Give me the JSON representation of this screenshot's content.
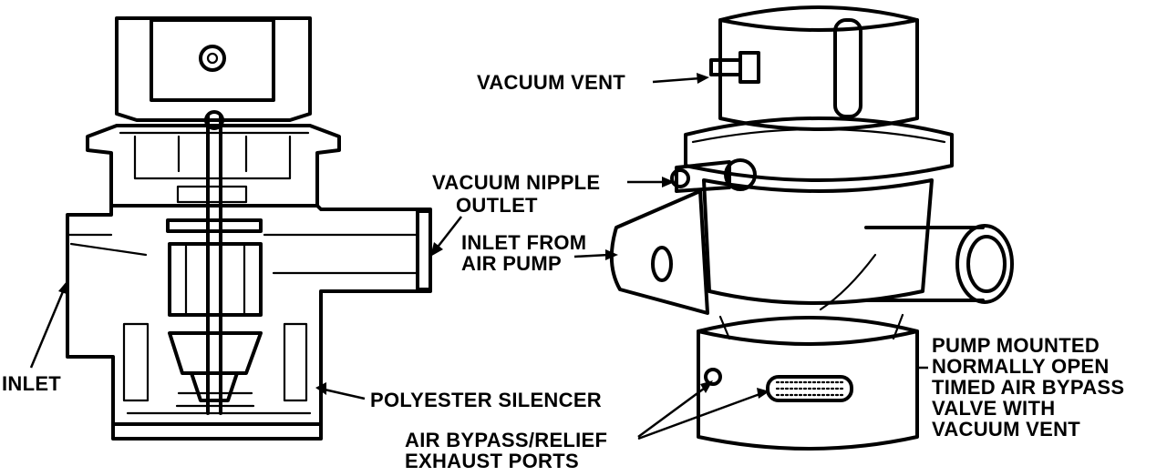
{
  "diagram": {
    "callouts": {
      "vacuum_vent": "VACUUM VENT",
      "vacuum_nipple": "VACUUM NIPPLE",
      "outlet": "OUTLET",
      "inlet_from_air_pump": "INLET FROM\nAIR PUMP",
      "inlet": "INLET",
      "polyester_silencer": "POLYESTER SILENCER",
      "exhaust_ports": "AIR BYPASS/RELIEF\nEXHAUST PORTS",
      "valve_description": "PUMP MOUNTED\nNORMALLY OPEN\nTIMED AIR BYPASS\nVALVE WITH\nVACUUM VENT"
    }
  }
}
